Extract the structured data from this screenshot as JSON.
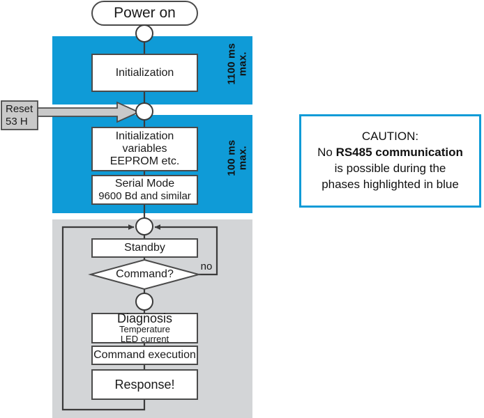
{
  "diagram": {
    "title_node": "Power on",
    "colors": {
      "blue_band": "#0f9bd7",
      "gray_band": "#d3d5d7",
      "box_fill": "#ffffff",
      "box_stroke": "#4a4a4a",
      "reset_fill": "#c9c9c9",
      "caution_border": "#0f9bd7",
      "line": "#3b3b3b"
    },
    "bands": [
      {
        "id": "band-1100",
        "label_line1": "1100 ms",
        "label_line2": "max."
      },
      {
        "id": "band-100",
        "label_line1": "100 ms",
        "label_line2": "max."
      }
    ],
    "nodes": {
      "power_on": "Power on",
      "initialization": "Initialization",
      "init_vars_l1": "Initialization",
      "init_vars_l2": "variables",
      "init_vars_l3": "EEPROM etc.",
      "serial_mode_l1": "Serial Mode",
      "serial_mode_l2": "9600 Bd and similar",
      "standby": "Standby",
      "command_decision": "Command?",
      "decision_no_label": "no",
      "diagnosis_l1": "Diagnosis",
      "diagnosis_l2": "Temperature",
      "diagnosis_l3": "LED current",
      "command_execution": "Command execution",
      "response": "Response!"
    },
    "reset_input": {
      "line1": "Reset",
      "line2": "53 H"
    }
  },
  "caution": {
    "heading": "CAUTION:",
    "line2_pre": "No ",
    "line2_bold": "RS485 communication",
    "line3": "is possible during the",
    "line4": "phases highlighted in blue"
  }
}
